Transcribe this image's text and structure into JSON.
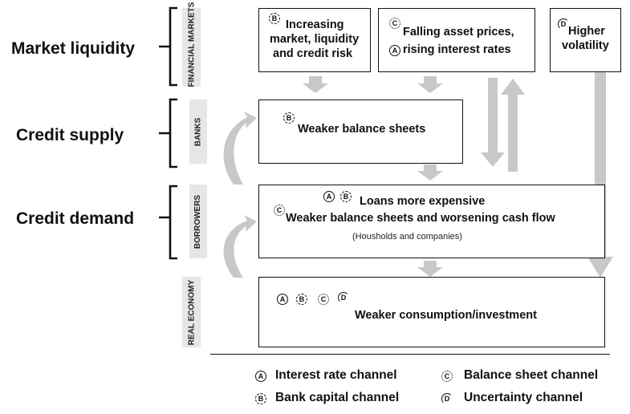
{
  "levels": [
    {
      "label": "Market liquidity",
      "sector": "FINANCIAL MARKETS"
    },
    {
      "label": "Credit supply",
      "sector": "BANKS"
    },
    {
      "label": "Credit demand",
      "sector": "BORROWERS"
    },
    {
      "label": "",
      "sector": "REAL ECONOMY"
    }
  ],
  "boxes": {
    "increasing_risk": {
      "line1": "Increasing",
      "line2": "market, liquidity",
      "line3": "and credit risk",
      "icons": [
        "B"
      ]
    },
    "falling_prices": {
      "line1": "Falling asset prices,",
      "line2": "rising interest rates",
      "icons": [
        "C",
        "A"
      ]
    },
    "higher_volatility": {
      "line1": "Higher",
      "line2": "volatility",
      "icons": [
        "D"
      ]
    },
    "bank_balance": {
      "line1": "Weaker balance sheets",
      "icons": [
        "B"
      ]
    },
    "borrowers": {
      "line1": "Loans more expensive",
      "line2": "Weaker balance sheets and worsening cash flow",
      "note": "(Housholds and companies)",
      "icons": [
        "A",
        "B",
        "C"
      ]
    },
    "real_economy": {
      "line1": "Weaker consumption/investment",
      "icons": [
        "A",
        "B",
        "C",
        "D"
      ]
    }
  },
  "legend": [
    {
      "icon": "A",
      "label": "Interest rate channel"
    },
    {
      "icon": "C",
      "label": "Balance sheet channel"
    },
    {
      "icon": "B",
      "label": "Bank capital channel"
    },
    {
      "icon": "D",
      "label": "Uncertainty channel"
    }
  ],
  "icon_letters": {
    "A": "A",
    "B": "B",
    "C": "C",
    "D": "D"
  },
  "colors": {
    "arrow": "#c8c8c8",
    "sector_band": "#e6e6e6",
    "border": "#111111"
  }
}
